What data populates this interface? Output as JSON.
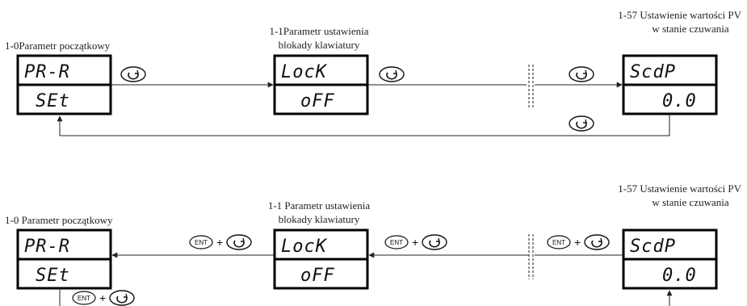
{
  "row1": {
    "params": [
      {
        "label_lines": [
          "1-0Parametr początkowy"
        ],
        "top": "PR-R",
        "bottom": "SEt"
      },
      {
        "label_lines": [
          "1-1Parametr ustawienia",
          "blokady klawiatury"
        ],
        "top": "LocK",
        "bottom": "oFF"
      },
      {
        "label_lines": [
          "1-57 Ustawienie wartości PV",
          "w stanie czuwania"
        ],
        "top": "ScdP",
        "bottom": "0.0"
      }
    ]
  },
  "row2": {
    "params": [
      {
        "label_lines": [
          "1-0 Parametr początkowy"
        ],
        "top": "PR-R",
        "bottom": "SEt"
      },
      {
        "label_lines": [
          "1-1 Parametr ustawienia",
          "blokady klawiatury"
        ],
        "top": "LocK",
        "bottom": "oFF"
      },
      {
        "label_lines": [
          "1-57 Ustawienie wartości PV",
          "w stanie czuwania"
        ],
        "top": "ScdP",
        "bottom": "0.0"
      }
    ]
  },
  "keys": {
    "ent_label": "ENT",
    "plus": "+"
  },
  "icons": {
    "rotate": "rotate-key-icon",
    "ent": "ent-key-icon"
  }
}
